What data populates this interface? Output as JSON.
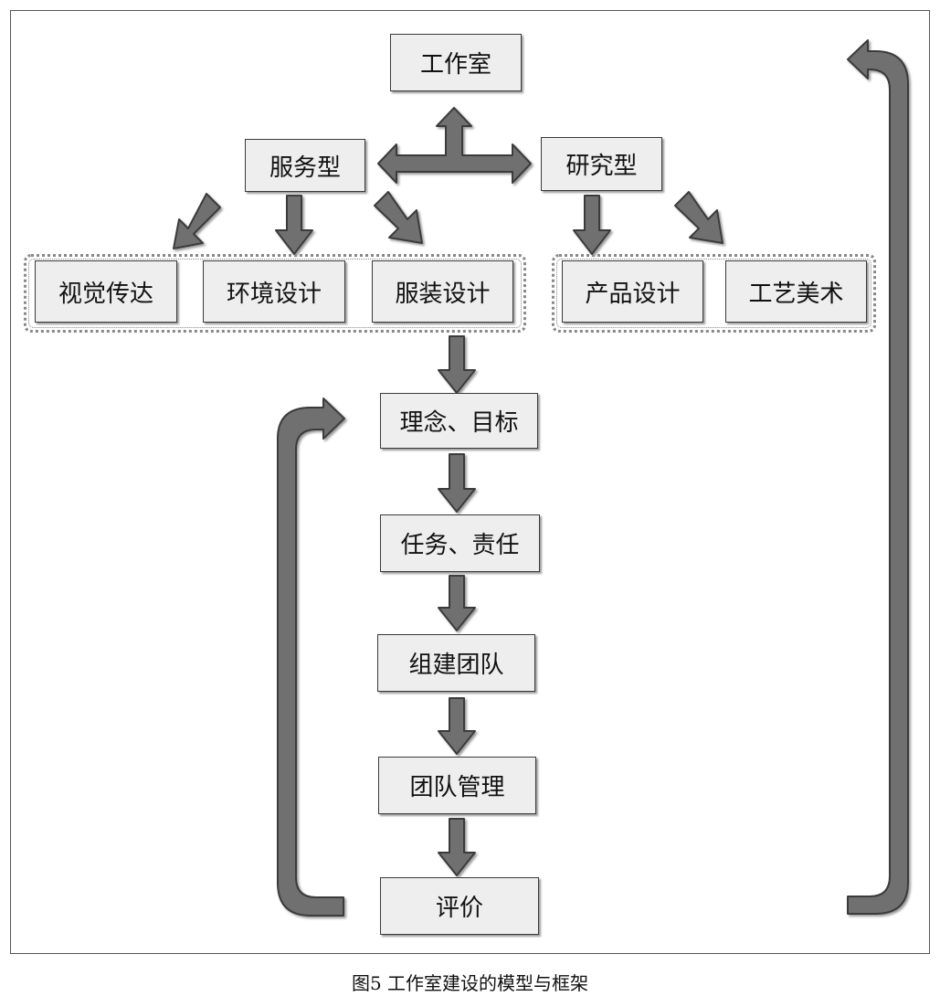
{
  "nodes": {
    "studio": "工作室",
    "service_type": "服务型",
    "research_type": "研究型",
    "visual_communication": "视觉传达",
    "environment_design": "环境设计",
    "fashion_design": "服装设计",
    "product_design": "产品设计",
    "arts_crafts": "工艺美术",
    "concept_goal": "理念、目标",
    "task_responsibility": "任务、责任",
    "team_building": "组建团队",
    "team_management": "团队管理",
    "evaluation": "评价"
  },
  "caption": "图5 工作室建设的模型与框架",
  "colors": {
    "arrow_fill": "#707070",
    "arrow_stroke": "#3a3a3a",
    "box_fill": "#eeeeee"
  }
}
